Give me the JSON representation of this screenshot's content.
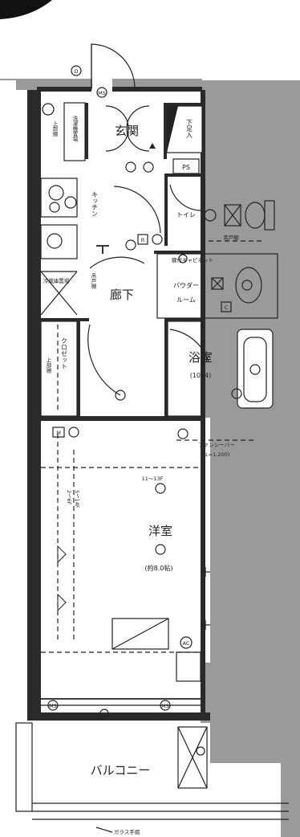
{
  "rooms": {
    "entrance": "玄関",
    "kitchen": "キッチン",
    "corridor": "廊下",
    "toilet": "トイレ",
    "powder_line1": "パウダー",
    "powder_line2": "ルーム",
    "bath": "浴室",
    "bath_size": "(1014)",
    "western": "洋室",
    "western_size": "(約8.0帖)",
    "balcony": "バルコニー"
  },
  "labels": {
    "laundry_area": "洗濯機置場",
    "shoe_box": "下足入",
    "ps": "PS",
    "hanging_shelf_toilet": "吊戸棚",
    "hanging_shelf_corridor": "吊戸棚",
    "key_cabinet": "鍵付キャビネット",
    "fridge": "冷蔵庫置場",
    "closet": "クロゼット",
    "upper_shelf_top": "上部棚",
    "upper_shelf_closet": "上部棚",
    "fancy_bar": "ファンシーバー",
    "fancy_bar_length": "(L=1,200)",
    "floor_note": "11～13F",
    "floor_note_2": "2～6F",
    "floor_note_3": "5～14F",
    "glass_rail": "ガラス手摺"
  },
  "symbols": {
    "ms": "MS",
    "d": "D",
    "r": "R",
    "c": "C",
    "m": "M",
    "ac": "AC",
    "ms_balcony_left": "MS",
    "ms_balcony_right": "MS"
  }
}
